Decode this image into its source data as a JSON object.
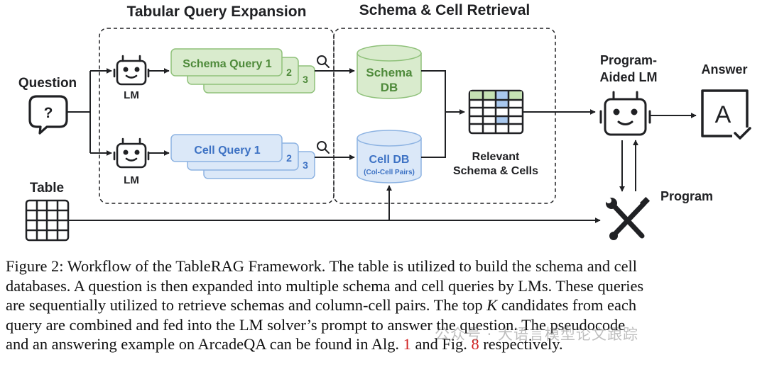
{
  "diagram": {
    "heading_expansion": "Tabular Query Expansion",
    "heading_retrieval": "Schema & Cell Retrieval",
    "question_label": "Question",
    "question_icon_glyph": "?",
    "table_label": "Table",
    "lm_label_top": "LM",
    "lm_label_bottom": "LM",
    "schema_queries": [
      "Schema Query 1",
      "2",
      "3"
    ],
    "cell_queries": [
      "Cell Query 1",
      "2",
      "3"
    ],
    "schema_db_line1": "Schema",
    "schema_db_line2": "DB",
    "cell_db_line1": "Cell DB",
    "cell_db_line2": "(Col-Cell Pairs)",
    "relevant_line1": "Relevant",
    "relevant_line2": "Schema & Cells",
    "pal_line1": "Program-",
    "pal_line2": "Aided LM",
    "answer_label": "Answer",
    "answer_glyph": "A",
    "program_label": "Program",
    "icons": [
      "question-bubble-icon",
      "robot-icon",
      "magnifier-icon",
      "database-icon",
      "table-grid-icon",
      "answer-check-icon",
      "tools-icon"
    ],
    "colors": {
      "schema_fill": "#d9ebcd",
      "schema_stroke": "#8fc17a",
      "schema_text": "#4e8a3a",
      "cell_fill": "#dbe8f8",
      "cell_stroke": "#8db3e2",
      "cell_text": "#3d72c4",
      "dark": "#202124"
    }
  },
  "caption": {
    "line1": "Figure 2: Workflow of the TableRAG Framework. The table is utilized to build the schema and cell",
    "line2": "databases. A question is then expanded into multiple schema and cell queries by LMs. These queries",
    "line3": "are sequentially utilized to retrieve schemas and column-cell pairs. The top",
    "line3_math": "K",
    "line3_rest": "candidates from each",
    "line4": "query are combined and fed into the LM solver’s prompt to answer the question. The pseudocode",
    "line5_a": "and an answering example on ArcadeQA can be found in Alg.",
    "ref_alg": "1",
    "line5_b": "and Fig.",
    "ref_fig": "8",
    "line5_c": "respectively."
  },
  "watermark": "公众号 · 大语言模型论文跟踪"
}
